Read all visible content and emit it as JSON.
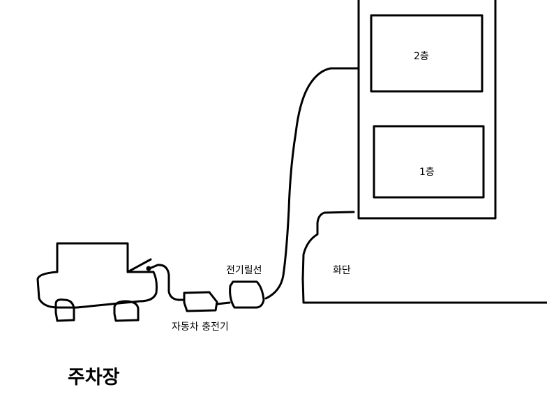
{
  "labels": {
    "floor2": "2층",
    "floor1": "1층",
    "flowerbed": "화단",
    "cable_reel": "전기릴선",
    "charger": "자동차 충전기",
    "parking": "주차장"
  }
}
